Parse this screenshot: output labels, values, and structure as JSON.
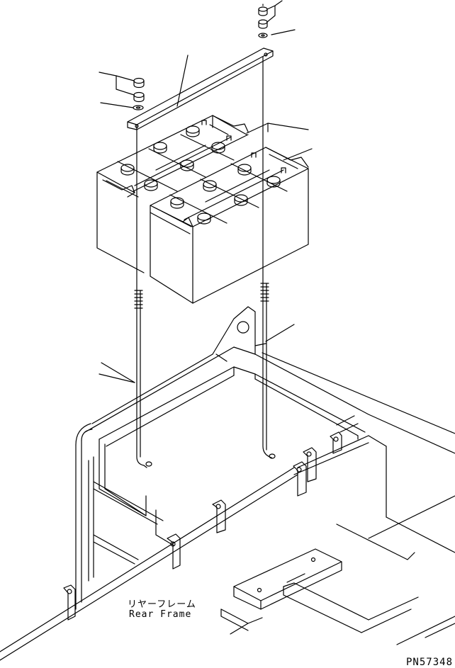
{
  "labels": {
    "frame_jp": "リヤーフレーム",
    "frame_en": "Rear Frame",
    "part_no": "PN57348"
  },
  "colors": {
    "line": "#000000",
    "background": "#ffffff"
  }
}
